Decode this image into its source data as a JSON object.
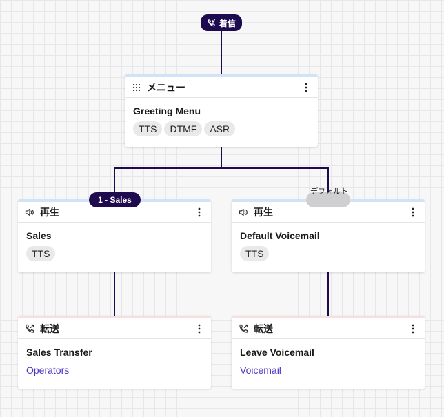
{
  "start": {
    "label": "着信",
    "icon": "incoming-call-icon"
  },
  "menu_node": {
    "type_label": "メニュー",
    "type_icon": "dial-pad-icon",
    "name": "Greeting Menu",
    "tags": [
      "TTS",
      "DTMF",
      "ASR"
    ]
  },
  "edges": {
    "option_1": "1 - Sales",
    "default": "デフォルト"
  },
  "play_nodes": [
    {
      "type_label": "再生",
      "type_icon": "speaker-icon",
      "name": "Sales",
      "tags": [
        "TTS"
      ]
    },
    {
      "type_label": "再生",
      "type_icon": "speaker-icon",
      "name": "Default Voicemail",
      "tags": [
        "TTS"
      ]
    }
  ],
  "transfer_nodes": [
    {
      "type_label": "転送",
      "type_icon": "call-transfer-icon",
      "name": "Sales Transfer",
      "target": "Operators"
    },
    {
      "type_label": "転送",
      "type_icon": "call-transfer-icon",
      "name": "Leave Voicemail",
      "target": "Voicemail"
    }
  ],
  "colors": {
    "wire": "#1e0b4f",
    "pill_dark": "#1e0b4f",
    "pill_grey": "#cfcfd2",
    "accent_play": "#cfe4f7",
    "accent_transfer": "#f8dede",
    "link": "#4b37c7"
  }
}
